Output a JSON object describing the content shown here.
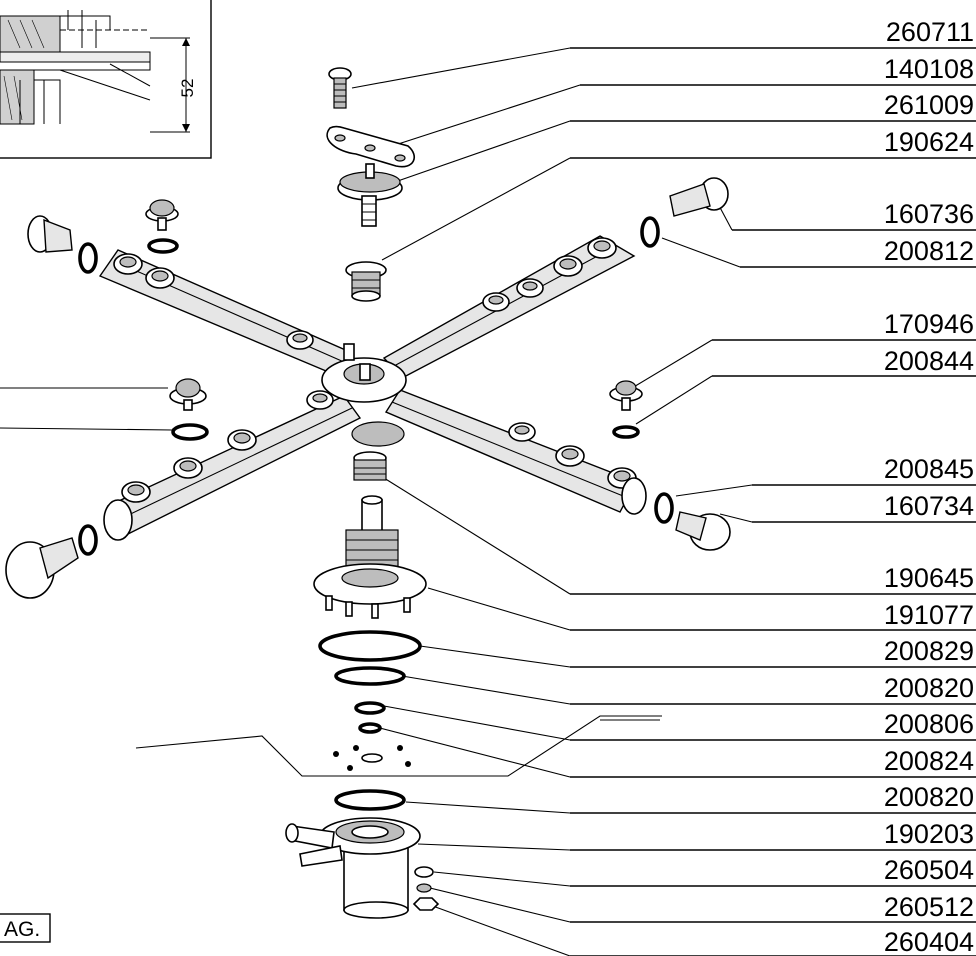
{
  "detail_inset": {
    "dimension_label": "52"
  },
  "fig_tag": "AG.",
  "part_numbers": [
    "260711",
    "140108",
    "261009",
    "190624",
    "160736",
    "200812",
    "170946",
    "200844",
    "200845",
    "160734",
    "190645",
    "191077",
    "200829",
    "200820",
    "200806",
    "200824",
    "200820",
    "190203",
    "260504",
    "260512",
    "260404"
  ],
  "colors": {
    "line": "#000000",
    "background": "#ffffff",
    "shade": "#bdbdbd"
  }
}
